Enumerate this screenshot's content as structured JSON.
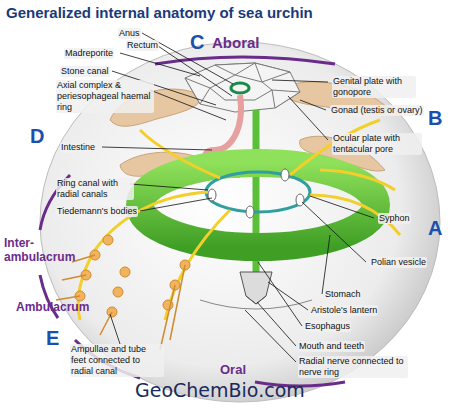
{
  "diagram": {
    "title": "Generalized internal anatomy of sea urchin",
    "labels": [
      "Aboral",
      "C",
      "B",
      "A",
      "D",
      "E",
      "Inter-ambulacrum",
      "Ambulacrum",
      "Oral",
      "Madreporite",
      "Anus",
      "Rectum",
      "Stone canal",
      "Axial complex & periesophageal haemal ring",
      "Intestine",
      "Ring canal with radial canals",
      "Tiedemann's bodies",
      "Genital plate with gonopore",
      "Gonad (testis or ovary)",
      "Ocular plate with tentacular pore",
      "Syphon",
      "Polian vesicle",
      "Stomach",
      "Aristole's lantern",
      "Esophagus",
      "Mouth and teeth",
      "Radial nerve connected to nerve ring",
      "Ampullae and tube feet connected to radial canal",
      "GeoChemBio.com"
    ]
  }
}
